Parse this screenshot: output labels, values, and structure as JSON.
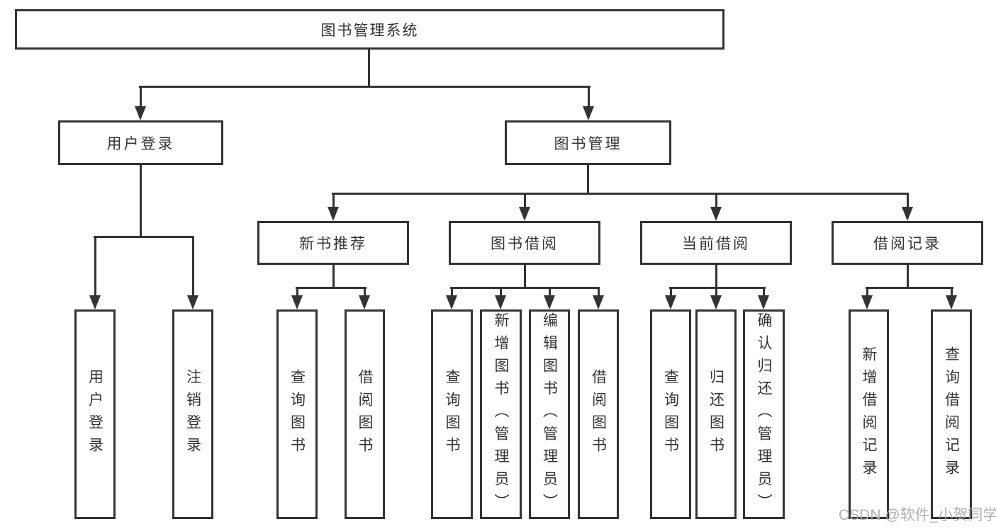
{
  "diagram": {
    "root": "图书管理系统",
    "branches": [
      {
        "label": "用户登录",
        "leaves": [
          "用户登录",
          "注销登录"
        ]
      },
      {
        "label": "图书管理",
        "groups": [
          {
            "label": "新书推荐",
            "leaves": [
              "查询图书",
              "借阅图书"
            ]
          },
          {
            "label": "图书借阅",
            "leaves": [
              "查询图书",
              "新增图书（管理员）",
              "编辑图书（管理员）",
              "借阅图书"
            ]
          },
          {
            "label": "当前借阅",
            "leaves": [
              "查询图书",
              "归还图书",
              "确认归还（管理员）"
            ]
          },
          {
            "label": "借阅记录",
            "leaves": [
              "新增借阅记录",
              "查询借阅记录"
            ]
          }
        ]
      }
    ]
  },
  "watermark": {
    "text": "CSDN @软件_小贺同学"
  },
  "colors": {
    "line": "#333333",
    "text": "#333333",
    "watermark": "#b0b0b0",
    "background": "#ffffff"
  }
}
